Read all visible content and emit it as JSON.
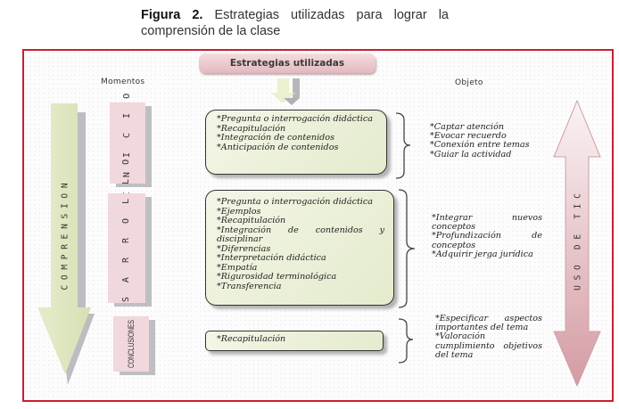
{
  "caption": {
    "label": "Figura 2.",
    "text": "Estrategias utilizadas para lograr la comprensión de la clase"
  },
  "diagram": {
    "header": "Estrategias utilizadas",
    "columns": {
      "moments": "Momentos",
      "object": "Objeto"
    },
    "left_arrow_label": "C O M P R E N S I O N",
    "right_arrow_label": "U S O   D E   T I C",
    "colors": {
      "border": "#c8202f",
      "moment_fill": "#f0d8dc",
      "strategy_fill": "#e8eed4",
      "comprension_arrow": "#dfe8c4",
      "tic_arrow": "#d9a6ad"
    },
    "stages": [
      {
        "moment": "I N I C I O",
        "strategies": [
          "*Pregunta o interrogación didáctica",
          "*Recapitulación",
          "*Integración de contenidos",
          "*Anticipación de contenidos"
        ],
        "objectives": [
          "*Captar atención",
          "*Evocar recuerdo",
          "*Conexión entre temas",
          "*Guiar la actividad"
        ]
      },
      {
        "moment": "D E S A R R O L L O",
        "strategies": [
          "*Pregunta o interrogación didáctica",
          "*Ejemplos",
          "*Recapitulación",
          "*Integración de contenidos y disciplinar",
          "*Diferencias",
          "*Interpretación didáctica",
          "*Empatía",
          "*Rigurosidad terminológica",
          "*Transferencia"
        ],
        "objectives": [
          "*Integrar nuevos conceptos",
          "*Profundización de conceptos",
          "*Adquirir jerga jurídica"
        ]
      },
      {
        "moment": "CONCLUSIONES",
        "strategies": [
          "*Recapitulación"
        ],
        "objectives": [
          "*Especificar aspectos importantes del tema",
          "*Valoración cumplimiento objetivos del tema"
        ]
      }
    ]
  }
}
